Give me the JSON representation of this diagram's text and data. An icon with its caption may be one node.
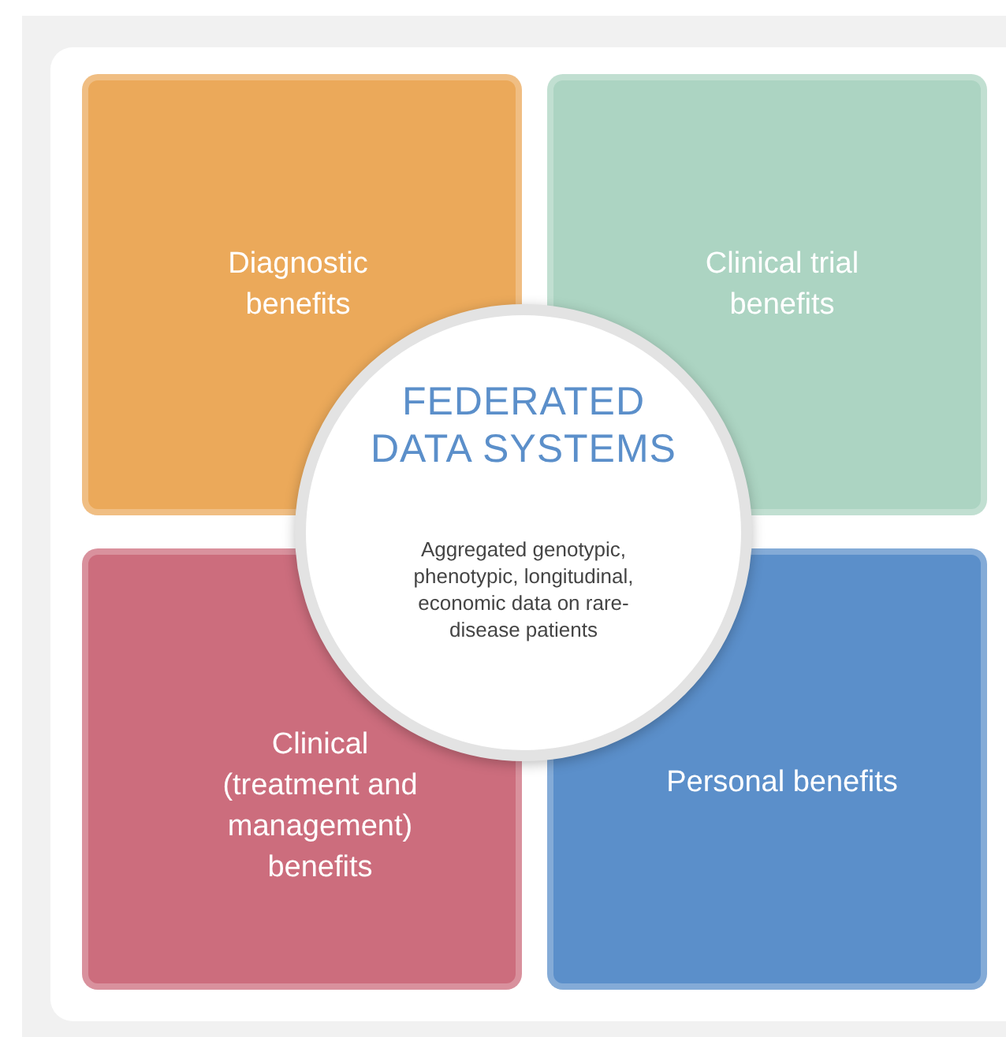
{
  "diagram": {
    "nodes": [
      {
        "text": [
          "Diagnostic benefits"
        ]
      },
      {
        "text": [
          "Clinical trial benefits"
        ]
      },
      {
        "text": [
          "Clinical (treatment and management) benefits"
        ]
      },
      {
        "text": [
          "Personal benefits"
        ]
      },
      {
        "text": [
          "FEDERATED DATA SYSTEMS",
          "Aggregated genotypic, phenotypic, longitudinal, economic data on rare-disease patients"
        ]
      }
    ]
  }
}
